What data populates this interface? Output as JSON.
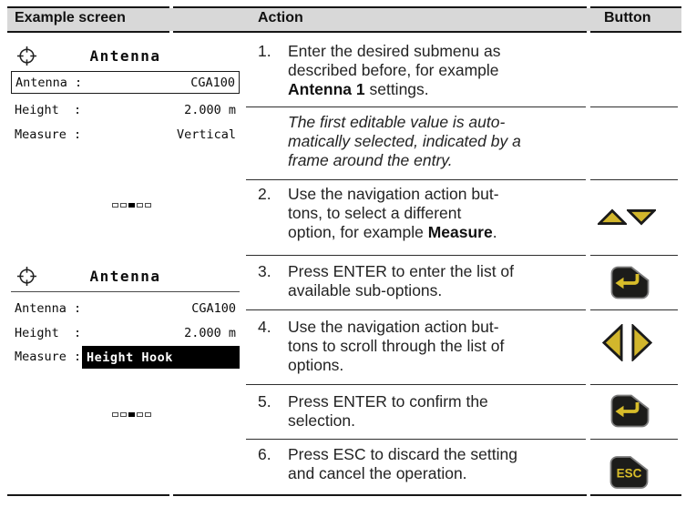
{
  "header": {
    "example_screen": "Example screen",
    "action": "Action",
    "button": "Button"
  },
  "screens": [
    {
      "title": "Antenna",
      "rows": [
        {
          "label": "Antenna :",
          "value": "CGA100"
        },
        {
          "label": "Height  :",
          "value": "2.000 m"
        },
        {
          "label": "Measure :",
          "value": "Vertical"
        }
      ],
      "page_dots": {
        "count": 5,
        "active_index": 2
      }
    },
    {
      "title": "Antenna",
      "rows": [
        {
          "label": "Antenna :",
          "value": "CGA100"
        },
        {
          "label": "Height  :",
          "value": "2.000 m"
        },
        {
          "label": "Measure :",
          "value": "Height Hook"
        }
      ],
      "page_dots": {
        "count": 5,
        "active_index": 2
      }
    }
  ],
  "steps": [
    {
      "num": "1.",
      "pre": "Enter the desired submenu as\ndescribed before, for example\n",
      "bold": "Antenna 1",
      "post": " settings."
    },
    {
      "note": "The first editable value is auto-\nmatically selected, indicated by a\nframe around the entry."
    },
    {
      "num": "2.",
      "pre": "Use the navigation action but-\ntons, to select a different\noption, for example ",
      "bold": "Measure",
      "post": "."
    },
    {
      "num": "3.",
      "pre": "Press ENTER to enter the list of\navailable sub-options.",
      "bold": "",
      "post": ""
    },
    {
      "num": "4.",
      "pre": "Use the navigation action but-\ntons to scroll through the list of\noptions.",
      "bold": "",
      "post": ""
    },
    {
      "num": "5.",
      "pre": "Press ENTER to confirm the\nselection.",
      "bold": "",
      "post": ""
    },
    {
      "num": "6.",
      "pre": "Press ESC to discard the setting\nand cancel the operation.",
      "bold": "",
      "post": ""
    }
  ],
  "buttons": {
    "esc_label": "ESC",
    "step2_icons": [
      "up-triangle-icon",
      "down-triangle-icon"
    ],
    "step3_icons": [
      "enter-key-icon"
    ],
    "step4_icons": [
      "left-triangle-icon",
      "right-triangle-icon"
    ],
    "step5_icons": [
      "enter-key-icon"
    ],
    "step6_icons": [
      "esc-key-icon"
    ]
  },
  "icons": {
    "crosshair": "position-crosshair-icon"
  },
  "colors": {
    "accent_yellow": "#d2b62c",
    "key_black": "#1c1c1a",
    "header_gray": "#d8d8d8"
  }
}
